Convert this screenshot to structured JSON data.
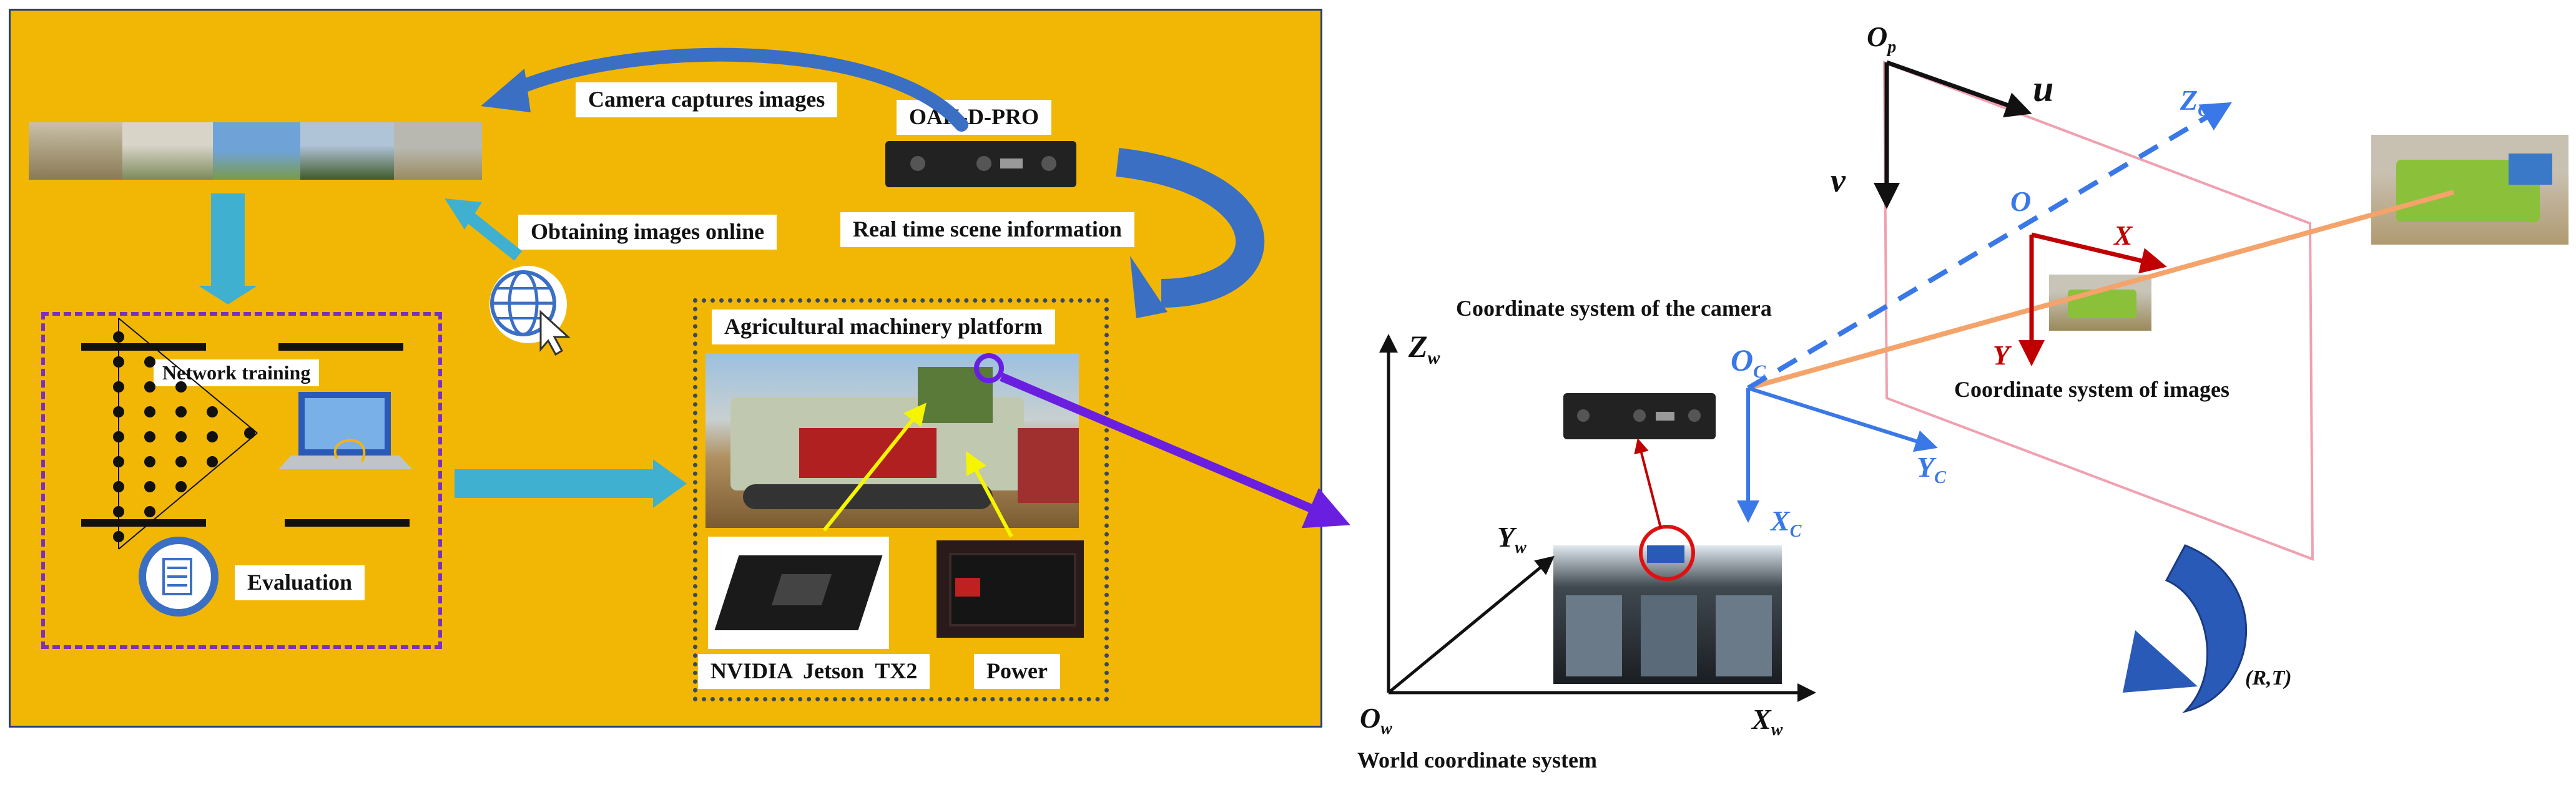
{
  "pipeline": {
    "camera_captures_label": "Camera captures images",
    "oak_label": "OAK-D-PRO",
    "obtaining_online_label": "Obtaining images online",
    "realtime_label": "Real time scene information",
    "platform_label": "Agricultural machinery platform",
    "network_training_label": "Network training",
    "evaluation_label": "Evaluation",
    "jetson_label": "NVIDIA  Jetson  TX2",
    "power_label": "Power"
  },
  "coordinates": {
    "camera_system_label": "Coordinate system of the camera",
    "images_system_label": "Coordinate system of images",
    "world_system_label": "World coordinate system",
    "rt_label": "(R,T)",
    "axis_zw": {
      "main": "Z",
      "sub": "w"
    },
    "axis_yw": {
      "main": "Y",
      "sub": "w"
    },
    "axis_xw": {
      "main": "X",
      "sub": "w"
    },
    "axis_ow": {
      "main": "O",
      "sub": "w"
    },
    "axis_oc": {
      "main": "O",
      "sub": "C"
    },
    "axis_zc": {
      "main": "Z",
      "sub": "C"
    },
    "axis_yc": {
      "main": "Y",
      "sub": "C"
    },
    "axis_xc": {
      "main": "X",
      "sub": "C"
    },
    "axis_op": {
      "main": "O",
      "sub": "p"
    },
    "axis_u": "u",
    "axis_v": "v",
    "axis_o": "O",
    "axis_x": "X",
    "axis_y": "Y"
  },
  "colors": {
    "panel_bg": "#f2b705",
    "blue_arrow": "#3a6fc4",
    "cyan_arrow": "#3fb0d0",
    "purple_arrow": "#6a1fe0",
    "camera_axes": "#3a78e8",
    "image_axes": "#c00000",
    "projection_line": "#f4a36b",
    "plane_edge": "#f0a0b0"
  },
  "icons": [
    "globe-cursor-icon",
    "calculator-icon",
    "neural-network-icon",
    "laptop-icon",
    "camera-device-icon"
  ]
}
